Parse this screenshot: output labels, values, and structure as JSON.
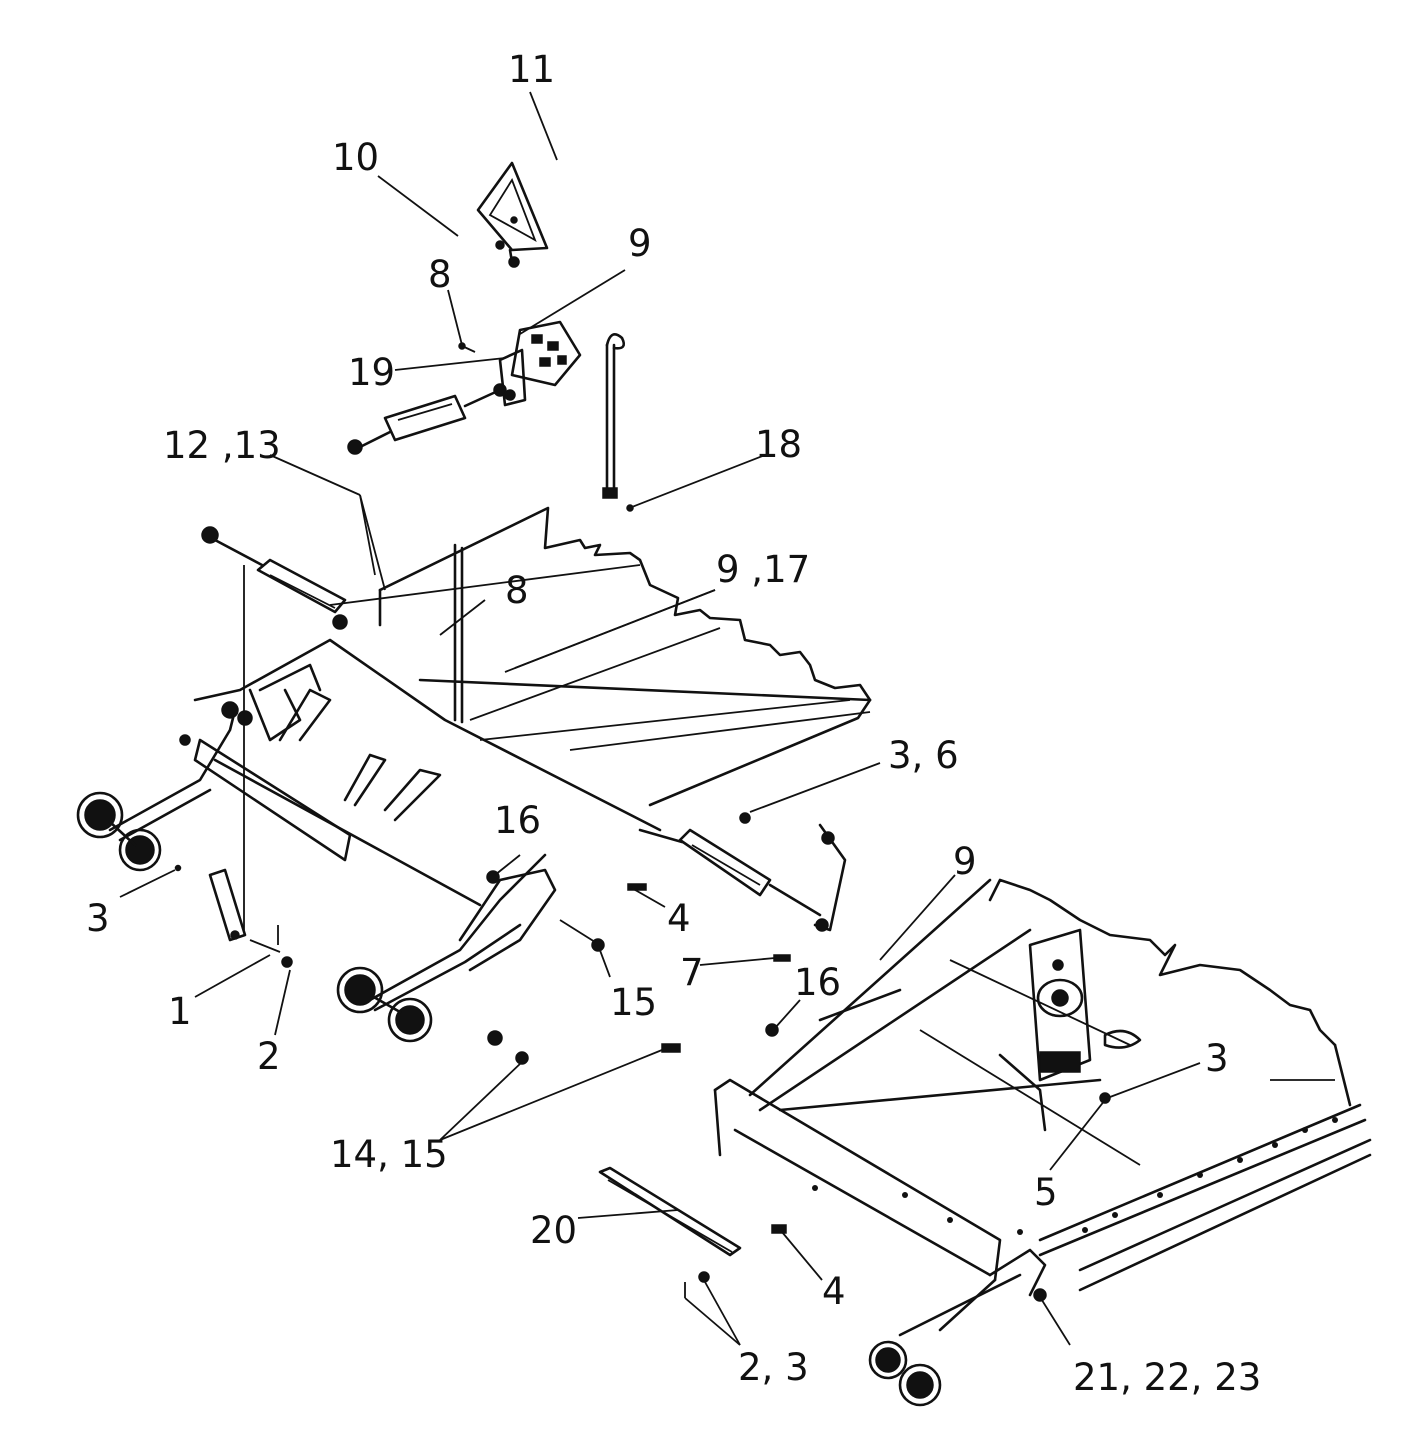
{
  "callouts": [
    {
      "id": "c11",
      "text": "11"
    },
    {
      "id": "c10",
      "text": "10"
    },
    {
      "id": "c9a",
      "text": "9"
    },
    {
      "id": "c8a",
      "text": "8"
    },
    {
      "id": "c19",
      "text": "19"
    },
    {
      "id": "c1213",
      "text": "12 ,13"
    },
    {
      "id": "c18",
      "text": "18"
    },
    {
      "id": "c917",
      "text": "9 ,17"
    },
    {
      "id": "c8b",
      "text": "8"
    },
    {
      "id": "c36",
      "text": "3, 6"
    },
    {
      "id": "c16a",
      "text": "16"
    },
    {
      "id": "c9b",
      "text": "9"
    },
    {
      "id": "c3a",
      "text": "3"
    },
    {
      "id": "c4a",
      "text": "4"
    },
    {
      "id": "c7",
      "text": "7"
    },
    {
      "id": "c16b",
      "text": "16"
    },
    {
      "id": "c1",
      "text": "1"
    },
    {
      "id": "c2",
      "text": "2"
    },
    {
      "id": "c15",
      "text": "15"
    },
    {
      "id": "c3b",
      "text": "3"
    },
    {
      "id": "c1415",
      "text": "14, 15"
    },
    {
      "id": "c5",
      "text": "5"
    },
    {
      "id": "c20",
      "text": "20"
    },
    {
      "id": "c4b",
      "text": "4"
    },
    {
      "id": "c23",
      "text": "2, 3"
    },
    {
      "id": "c212223",
      "text": "21, 22, 23"
    }
  ]
}
